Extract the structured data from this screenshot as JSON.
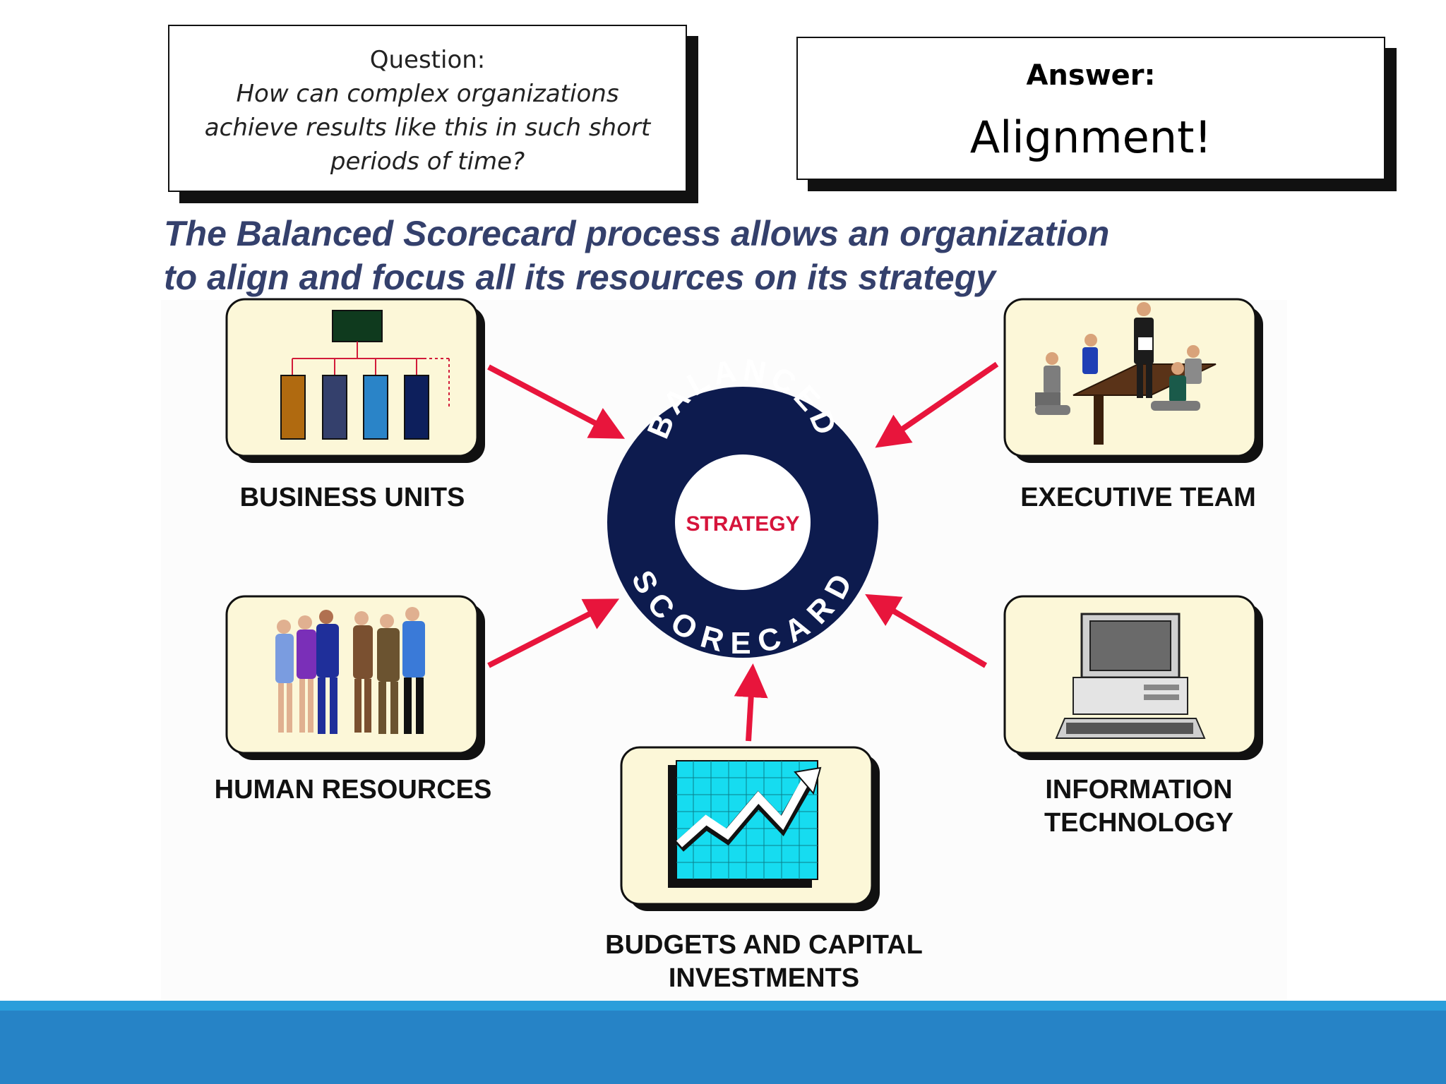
{
  "question": {
    "label": "Question:",
    "text": "How can complex organizations achieve results like this in such short periods of time?"
  },
  "answer": {
    "label": "Answer:",
    "text": "Alignment!"
  },
  "headline": {
    "line1": "The Balanced Scorecard process allows an organization",
    "line2": "to align and focus all its resources on its strategy"
  },
  "hub": {
    "top_arc": "BALANCED",
    "bottom_arc": "SCORECARD",
    "center": "STRATEGY"
  },
  "nodes": {
    "business_units": {
      "label": "BUSINESS UNITS",
      "icon": "org-chart-icon"
    },
    "executive_team": {
      "label": "EXECUTIVE TEAM",
      "icon": "meeting-table-icon"
    },
    "human_resources": {
      "label": "HUMAN RESOURCES",
      "icon": "people-group-icon"
    },
    "information_technology": {
      "label_line1": "INFORMATION",
      "label_line2": "TECHNOLOGY",
      "icon": "computer-icon"
    },
    "budgets": {
      "label_line1": "BUDGETS AND CAPITAL",
      "label_line2": "INVESTMENTS",
      "icon": "growth-chart-icon"
    }
  },
  "colors": {
    "hub_ring": "#0d1b4e",
    "arrow": "#e8153c",
    "node_fill": "#fcf7d8",
    "headline": "#34406c",
    "footer": "#2683c6",
    "strategy_text": "#d6143b"
  }
}
